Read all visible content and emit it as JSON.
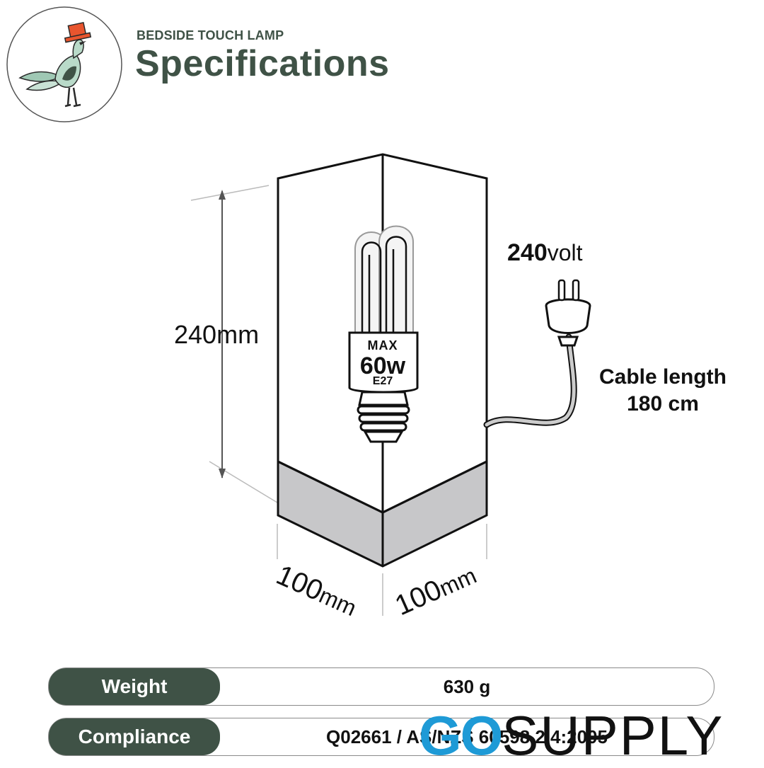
{
  "header": {
    "eyebrow": "BEDSIDE TOUCH LAMP",
    "title": "Specifications"
  },
  "diagram": {
    "height_value": "240",
    "height_unit": "mm",
    "width_left_value": "100",
    "width_left_unit": "mm",
    "width_right_value": "100",
    "width_right_unit": "mm",
    "voltage_value": "240",
    "voltage_unit": "volt",
    "cable_line1": "Cable length",
    "cable_line2": "180 cm",
    "bulb_max": "MAX",
    "bulb_watt": "60w",
    "bulb_base": "E27"
  },
  "specs": [
    {
      "label": "Weight",
      "value": "630 g"
    },
    {
      "label": "Compliance",
      "value": "Q02661 / AS/NZS 60598.2.4:2005"
    }
  ],
  "brand": {
    "part1": "GO",
    "part2": "SUPPLY",
    "accent_color": "#1e9ad6"
  },
  "colors": {
    "primary": "#3f5246"
  }
}
